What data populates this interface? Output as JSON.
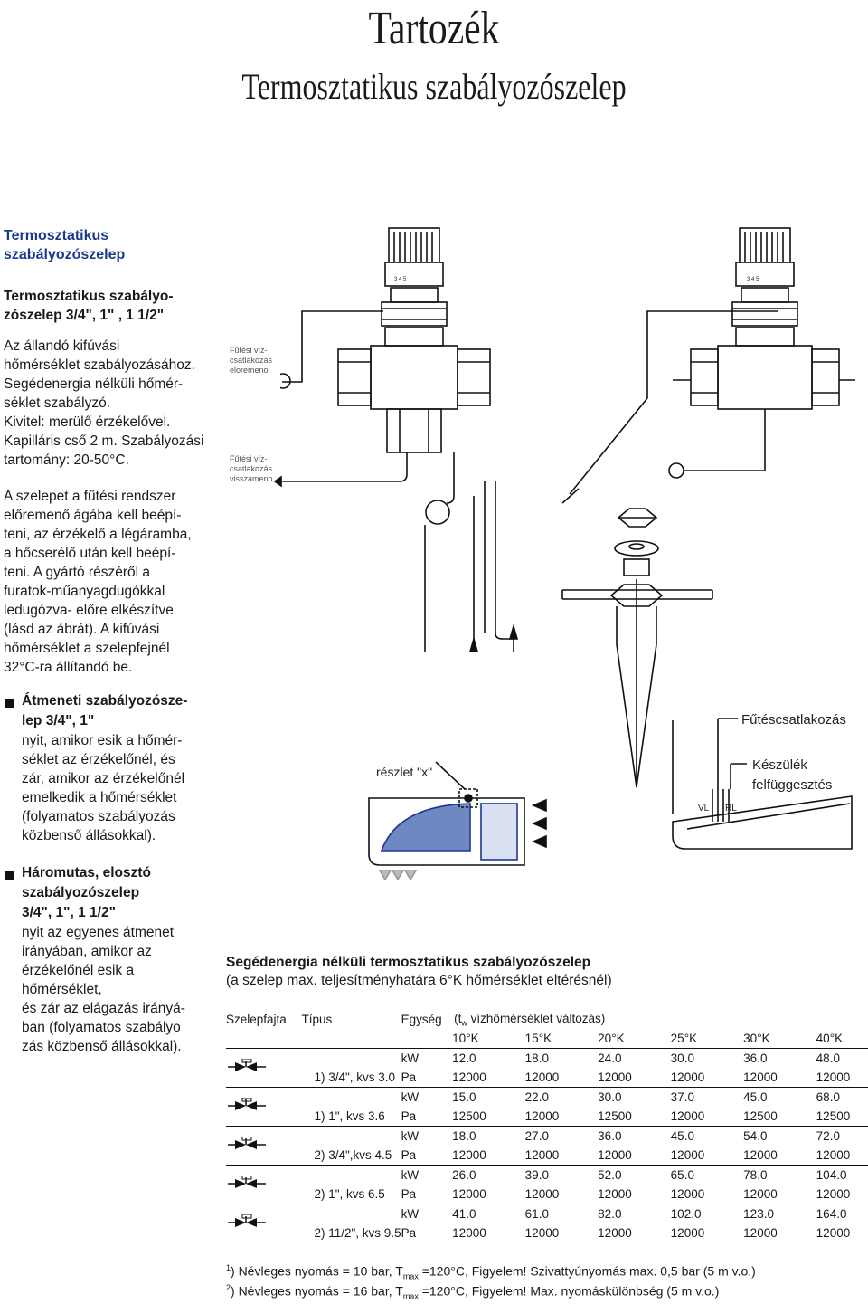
{
  "page": {
    "title": "Tartozék",
    "subtitle": "Termosztatikus szabályozószelep"
  },
  "left": {
    "section_title_1": "Termosztatikus",
    "section_title_2": "szabályozószelep",
    "product_1": "Termosztatikus szabályo-",
    "product_2": "zószelep 3/4\", 1\" , 1 1/2\"",
    "desc": [
      "Az állandó kifúvási",
      "hőmérséklet szabályozásához.",
      "Segédenergia nélküli hőmér-",
      "séklet szabályzó.",
      "Kivitel: merülő érzékelővel.",
      "Kapilláris cső 2 m. Szabályozási",
      "tartomány: 20-50°C."
    ],
    "install": [
      "A szelepet a fűtési rendszer",
      "előremenő ágába kell beépí-",
      "teni, az érzékelő a légáramba,",
      "a hőcserélő után kell beépí-",
      "teni. A gyártó részéről a",
      "furatok-műanyagdugókkal",
      "ledugózva- előre elkészítve",
      "(lásd az ábrát). A kifúvási",
      "hőmérséklet a szelepfejnél",
      "32°C-ra állítandó be."
    ],
    "b1_title_1": "Átmeneti szabályozósze-",
    "b1_title_2": "lep 3/4\", 1\"",
    "b1_text": [
      "nyit, amikor esik a hőmér-",
      "séklet az érzékelőnél, és",
      "zár, amikor az érzékelőnél",
      "emelkedik a hőmérséklet",
      "(folyamatos szabályozás",
      "közbenső állásokkal)."
    ],
    "b2_title_1": "Háromutas, elosztó",
    "b2_title_2": "szabályozószelep",
    "b2_title_3": "3/4\", 1\", 1 1/2\"",
    "b2_text": [
      "nyit az egyenes átmenet",
      "irányában, amikor az",
      "érzékelőnél esik a",
      "hőmérséklet,",
      "és zár az elágazás irányá-",
      "ban (folyamatos szabályo",
      "zás közbenső állásokkal)."
    ]
  },
  "diagram": {
    "flow_label_1": [
      "Fűtési víz-",
      "csatlakozás",
      "eloremeno"
    ],
    "flow_label_2": [
      "Fűtési víz-",
      "csatlakozás",
      "visszameno"
    ],
    "detail_label": "részlet \"x\"",
    "heating_conn": "Fűtéscsatlakozás",
    "hanging_1": "Készülék",
    "hanging_2": "felfüggesztés",
    "vl": "VL",
    "rl": "RL",
    "dial_marks": "3 4 5"
  },
  "table": {
    "heading": "Segédenergia nélküli termosztatikus szabályozószelep",
    "subheading": "(a szelep max. teljesítményhatára 6°K hőmérséklet eltérésnél)",
    "col_valve": "Szelepfajta",
    "col_type": "Típus",
    "col_unit": "Egység",
    "col_range": "(t",
    "col_range_sub": "w",
    "col_range_rest": " vízhőmérséklet változás)",
    "temps": [
      "10°K",
      "15°K",
      "20°K",
      "25°K",
      "30°K",
      "40°K"
    ],
    "groups": [
      {
        "type": "1) 3/4\", kvs 3.0",
        "kw": [
          "12.0",
          "18.0",
          "24.0",
          "30.0",
          "36.0",
          "48.0"
        ],
        "pa": [
          "12000",
          "12000",
          "12000",
          "12000",
          "12000",
          "12000"
        ]
      },
      {
        "type": "1) 1\", kvs 3.6",
        "kw": [
          "15.0",
          "22.0",
          "30.0",
          "37.0",
          "45.0",
          "68.0"
        ],
        "pa": [
          "12500",
          "12000",
          "12500",
          "12000",
          "12500",
          "12500"
        ]
      },
      {
        "type": "2) 3/4\",kvs 4.5",
        "kw": [
          "18.0",
          "27.0",
          "36.0",
          "45.0",
          "54.0",
          "72.0"
        ],
        "pa": [
          "12000",
          "12000",
          "12000",
          "12000",
          "12000",
          "12000"
        ]
      },
      {
        "type": "2) 1\", kvs 6.5",
        "kw": [
          "26.0",
          "39.0",
          "52.0",
          "65.0",
          "78.0",
          "104.0"
        ],
        "pa": [
          "12000",
          "12000",
          "12000",
          "12000",
          "12000",
          "12000"
        ]
      },
      {
        "type": "2) 11/2\", kvs 9.5",
        "kw": [
          "41.0",
          "61.0",
          "82.0",
          "102.0",
          "123.0",
          "164.0"
        ],
        "pa": [
          "12000",
          "12000",
          "12000",
          "12000",
          "12000",
          "12000"
        ]
      }
    ],
    "unit_kw": "kW",
    "unit_pa": "Pa"
  },
  "footnotes": {
    "f1_num": "1",
    "f1_a": ") Névleges nyomás = 10 bar, T",
    "f1_sub": "max",
    "f1_b": " =120°C, Figyelem! Szivattyúnyomás max. 0,5 bar (5 m v.o.)",
    "f2_num": "2",
    "f2_a": ") Névleges nyomás = 16 bar, T",
    "f2_sub": "max",
    "f2_b": " =120°C, Figyelem! Max. nyomáskülönbség (5 m v.o.)"
  }
}
